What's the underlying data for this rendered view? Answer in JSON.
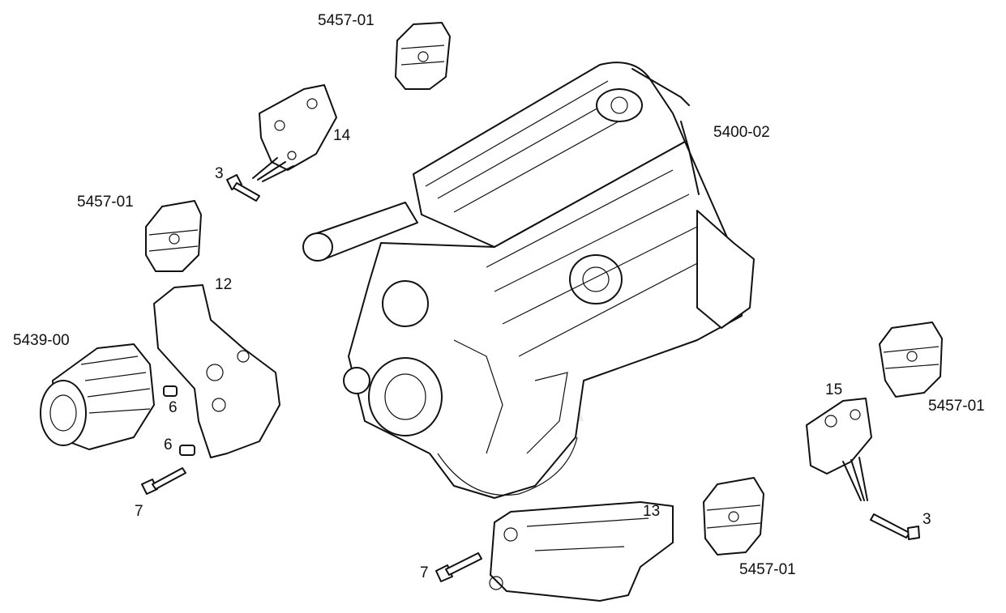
{
  "labels": {
    "mount_top": "5457-01",
    "bracket_14": "14",
    "bolt_3_left": "3",
    "mount_left": "5457-01",
    "engine": "5400-02",
    "bracket_12": "12",
    "compressor": "5439-00",
    "spacer_6_upper": "6",
    "spacer_6_lower": "6",
    "bolt_7_left": "7",
    "mount_right": "5457-01",
    "bracket_15": "15",
    "bolt_3_right": "3",
    "bracket_13": "13",
    "bolt_7_bottom": "7",
    "mount_bottom": "5457-01"
  },
  "colors": {
    "line": "#111111",
    "background": "#ffffff",
    "watermark": "#d9d9d9"
  }
}
